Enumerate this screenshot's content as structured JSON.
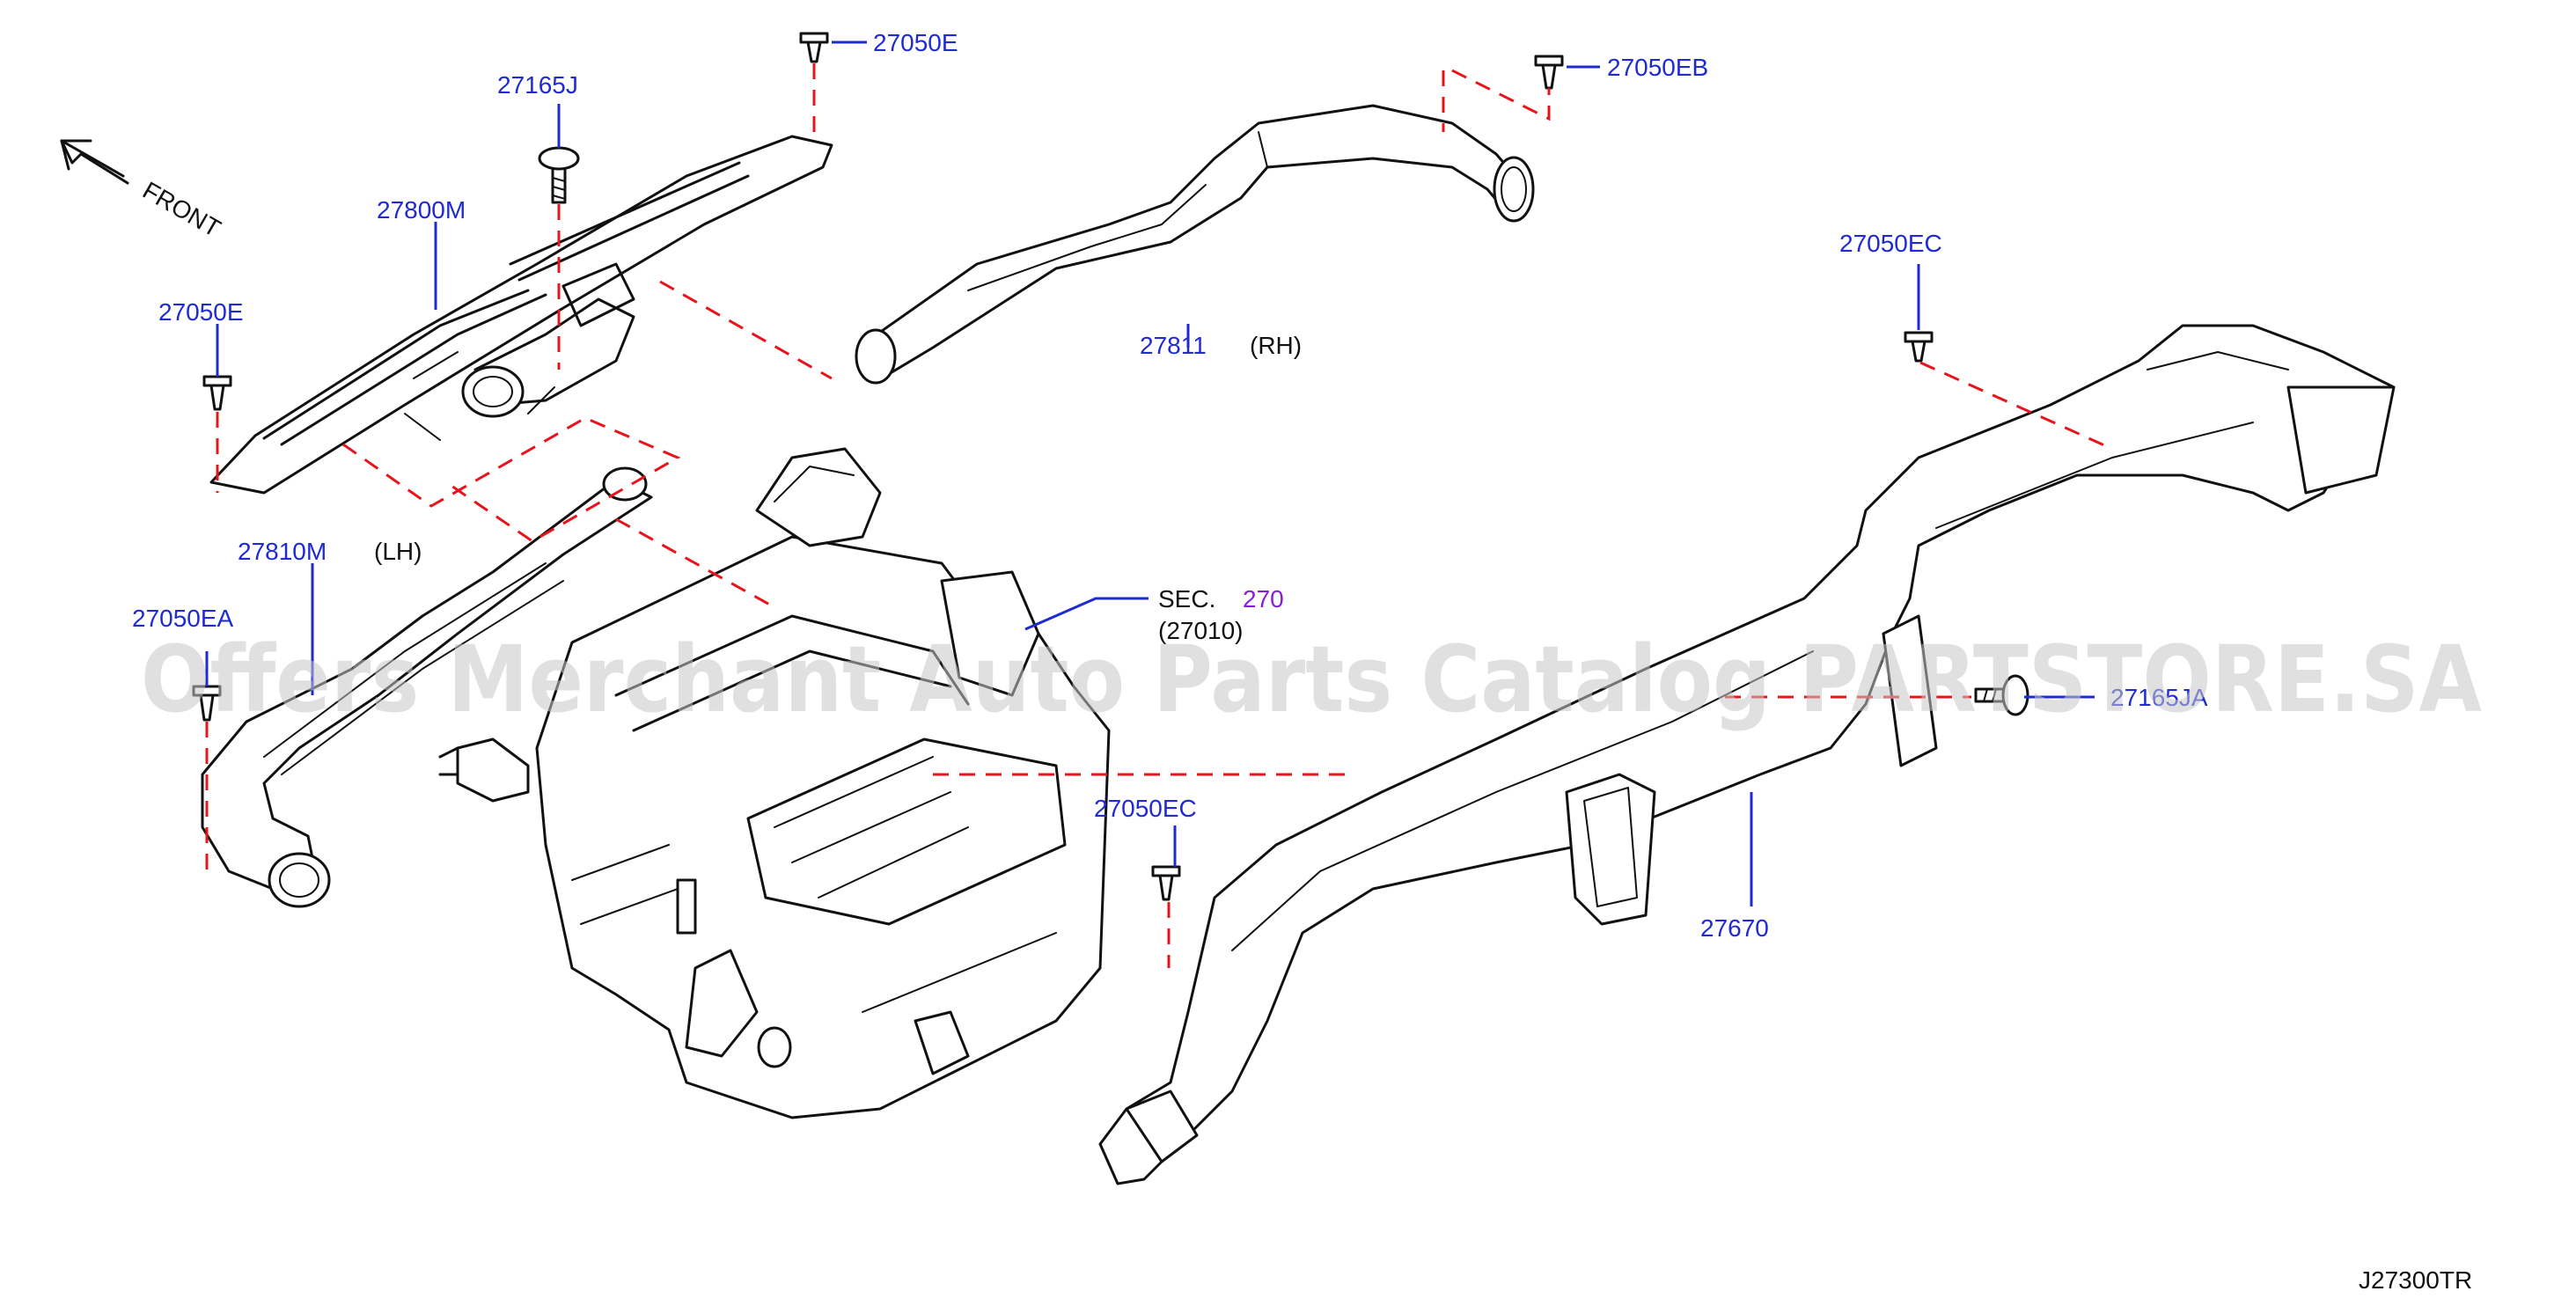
{
  "diagram": {
    "code": "J27300TR",
    "front_text": "FRONT",
    "watermark": "Offers Merchant Auto Parts Catalog PARTSTORE.SA",
    "sec_ref": {
      "prefix": "SEC.",
      "number": "270",
      "sub": "(27010)"
    },
    "labels": {
      "p27050E_top": "27050E",
      "p27050EB": "27050EB",
      "p27165J": "27165J",
      "p27800M": "27800M",
      "p27050E_left": "27050E",
      "p27811": "27811",
      "rh": "(RH)",
      "p27050EC_right": "27050EC",
      "p27810M": "27810M",
      "lh": "(LH)",
      "p27050EA": "27050EA",
      "p27050EC_mid": "27050EC",
      "p27670": "27670",
      "p27165J_right": "27165JA"
    }
  }
}
